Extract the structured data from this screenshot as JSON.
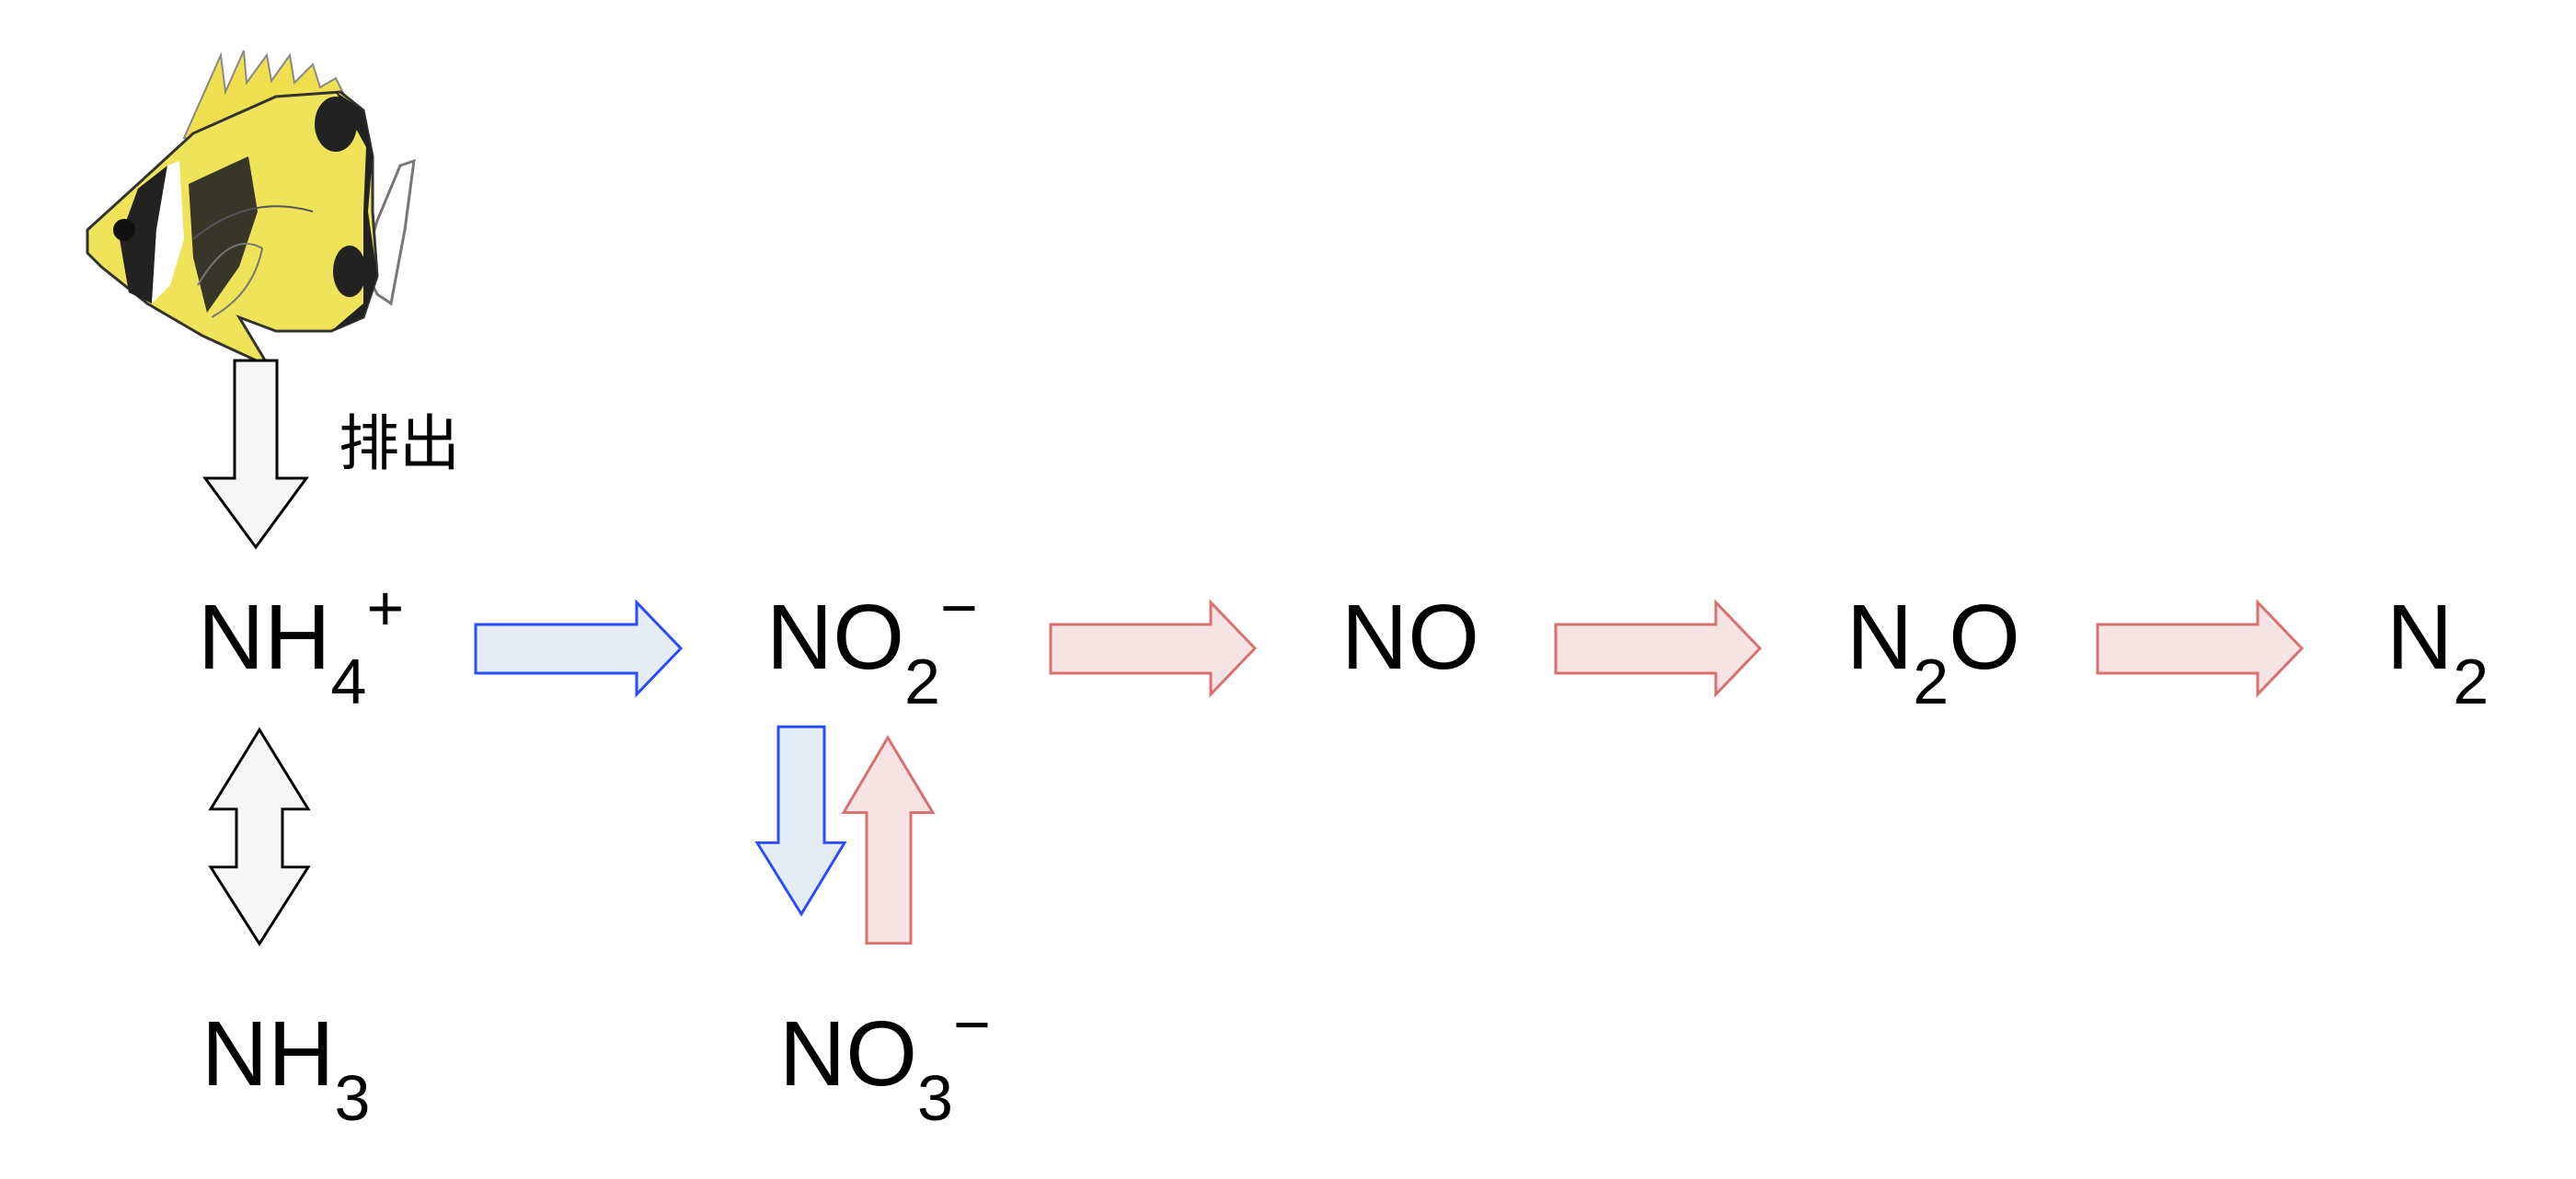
{
  "excretion_label": "排出",
  "species": {
    "nh4": {
      "base": "NH",
      "sub": "4",
      "sup": "+"
    },
    "no2": {
      "base": "NO",
      "sub": "2",
      "sup": "−"
    },
    "no": {
      "base": "NO"
    },
    "n2o": {
      "base1": "N",
      "sub": "2",
      "base2": "O"
    },
    "n2": {
      "base": "N",
      "sub": "2"
    },
    "nh3": {
      "base": "NH",
      "sub": "3"
    },
    "no3": {
      "base": "NO",
      "sub": "3",
      "sup": "−"
    }
  },
  "colors": {
    "neutral_fill": "#f6f6f6",
    "neutral_stroke": "#000000",
    "oxidation_fill": "#e4ecf6",
    "oxidation_stroke": "#2a4cff",
    "reduction_fill": "#f6e4e4",
    "reduction_stroke": "#d9706e",
    "fish_yellow": "#f2e65a"
  }
}
